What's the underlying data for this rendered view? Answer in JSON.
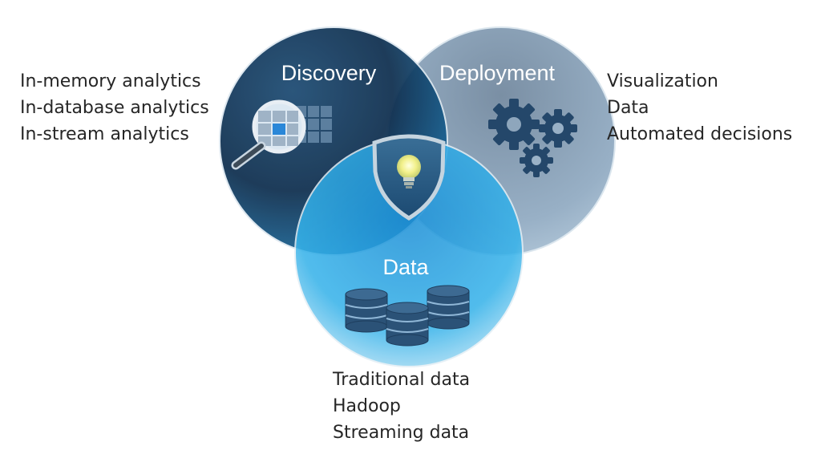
{
  "circles": {
    "discovery": {
      "label": "Discovery",
      "icon": "magnifier-grid-icon"
    },
    "deployment": {
      "label": "Deployment",
      "icon": "gears-icon"
    },
    "data": {
      "label": "Data",
      "icon": "database-icon"
    },
    "center": {
      "icon": "lightbulb-shield-icon"
    }
  },
  "lists": {
    "discovery": [
      "In-memory analytics",
      "In-database analytics",
      "In-stream analytics"
    ],
    "deployment": [
      "Visualization",
      "Data",
      "Automated decisions"
    ],
    "data": [
      "Traditional data",
      "Hadoop",
      "Streaming data"
    ]
  },
  "colors": {
    "discovery_dark": "#0b2540",
    "deployment_gray": "#7f97ad",
    "data_bright": "#1aa9e6",
    "icon_navy": "#24476a",
    "bulb_yellow": "#f2f08a"
  }
}
